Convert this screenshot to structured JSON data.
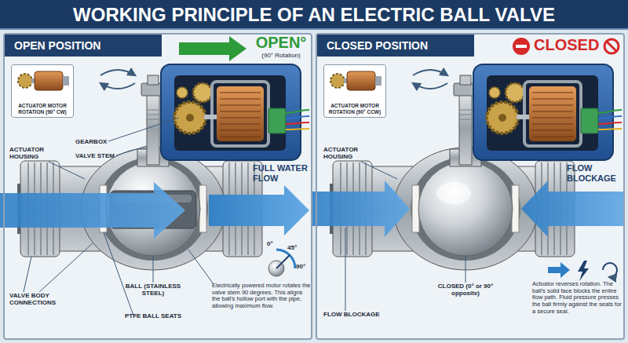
{
  "diagram": {
    "title": "WORKING PRINCIPLE OF AN ELECTRIC BALL VALVE",
    "nodes": [
      {
        "text": [
          "OPEN POSITION"
        ]
      },
      {
        "text": [
          "ACTUATOR MOTOR ROTATION (90° CW)"
        ],
        "in": 0
      },
      {
        "text": [
          "CLOSED POSITION"
        ]
      },
      {
        "text": [
          "ACTUATOR MOTOR ROTATION (90° CCW)"
        ],
        "in": 2
      }
    ],
    "labels": [
      "OPEN°",
      "(90° Rotation)",
      "GEARBOX",
      "VALVE STEM",
      "ACTUATOR HOUSING",
      "FULL WATER FLOW",
      "0°",
      "45°",
      "90°",
      "VALVE BODY CONNECTIONS",
      "BALL (STAINLESS STEEL)",
      "PTFE BALL SEATS",
      "Electrically powered motor rotates the valve stem 90 degrees. This aligns the ball's hollow port with the pipe, allowing maximum flow.",
      "CLOSED",
      "ACTUATOR HOUSING",
      "FLOW BLOCKAGE",
      "FLOW BLOCKAGE",
      "CLOSED (0° or 90° opposite)",
      "Actuator reverses rotation. The ball's solid face blocks the entire flow path. Fluid pressure presses the ball firmly against the seats for a secure seal."
    ]
  }
}
